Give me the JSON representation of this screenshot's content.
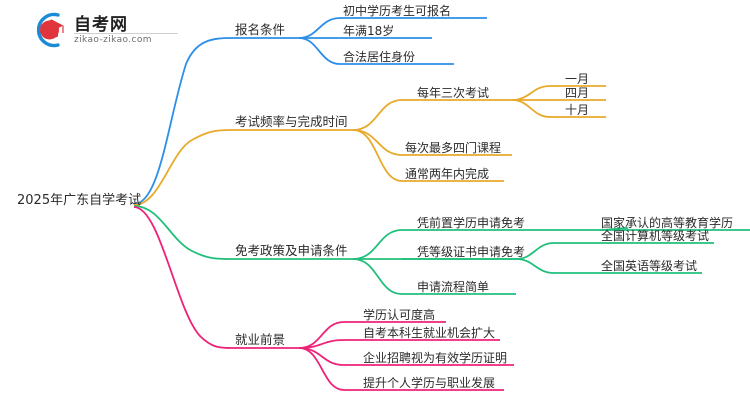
{
  "branding": {
    "logo_icon": "graduation-cap-circle-logo",
    "name_cn": "自考网",
    "url": "zikao-zikao.com",
    "arc_color": "#1C8BD6",
    "cap_color": "#E0353C"
  },
  "mindmap": {
    "type": "mindmap",
    "root": "2025年广东自学考试",
    "branch_colors": {
      "blue": "#2B8FEA",
      "orange": "#E9A92A",
      "green": "#21BF7B",
      "pink": "#EE2277"
    },
    "branches": [
      {
        "label": "报名条件",
        "color": "#2B8FEA",
        "children": [
          {
            "label": "初中学历考生可报名",
            "children": []
          },
          {
            "label": "年满18岁",
            "children": []
          },
          {
            "label": "合法居住身份",
            "children": []
          }
        ]
      },
      {
        "label": "考试频率与完成时间",
        "color": "#E9A92A",
        "children": [
          {
            "label": "每年三次考试",
            "children": [
              {
                "label": "一月"
              },
              {
                "label": "四月"
              },
              {
                "label": "十月"
              }
            ]
          },
          {
            "label": "每次最多四门课程",
            "children": []
          },
          {
            "label": "通常两年内完成",
            "children": []
          }
        ]
      },
      {
        "label": "免考政策及申请条件",
        "color": "#21BF7B",
        "children": [
          {
            "label": "凭前置学历申请免考",
            "children": [
              {
                "label": "国家承认的高等教育学历"
              }
            ]
          },
          {
            "label": "凭等级证书申请免考",
            "children": [
              {
                "label": "全国计算机等级考试"
              },
              {
                "label": "全国英语等级考试"
              }
            ]
          },
          {
            "label": "申请流程简单",
            "children": []
          }
        ]
      },
      {
        "label": "就业前景",
        "color": "#EE2277",
        "children": [
          {
            "label": "学历认可度高",
            "children": []
          },
          {
            "label": "自考本科生就业机会扩大",
            "children": []
          },
          {
            "label": "企业招聘视为有效学历证明",
            "children": []
          },
          {
            "label": "提升个人学历与职业发展",
            "children": []
          }
        ]
      }
    ]
  }
}
